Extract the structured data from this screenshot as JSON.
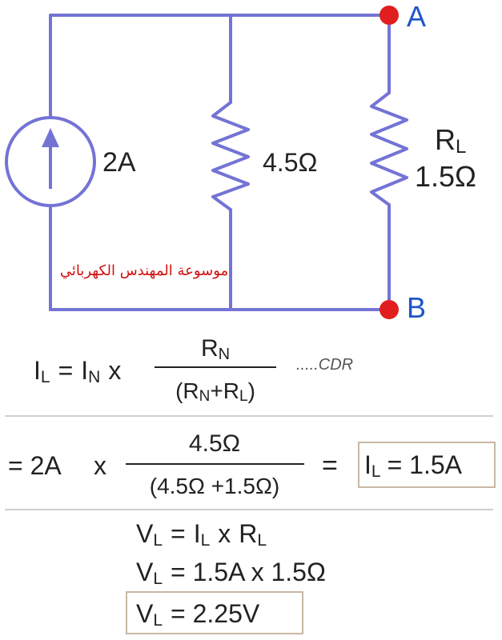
{
  "circuit": {
    "source": {
      "label": "2A"
    },
    "norton_resistor": {
      "label": "4.5Ω"
    },
    "load_resistor": {
      "name": "R",
      "sub": "L",
      "value": "1.5Ω"
    },
    "terminals": [
      {
        "label": "A"
      },
      {
        "label": "B"
      }
    ],
    "watermark": "موسوعة المهندس الكهربائي",
    "colors": {
      "wire": "#7373d6",
      "node": "#e01e1e",
      "terminal_label": "#1f55c8",
      "watermark": "#d01010"
    }
  },
  "formula": {
    "lhs": {
      "i": "I",
      "i_sub": "L",
      "eq": "=",
      "n": "I",
      "n_sub": "N",
      "times": "x"
    },
    "numerator": {
      "r": "R",
      "sub": "N"
    },
    "denominator": {
      "open": "(",
      "r1": "R",
      "sub1": "N",
      "plus": "+",
      "r2": "R",
      "sub2": "L",
      "close": ")"
    },
    "note": ".....CDR"
  },
  "substitution": {
    "lhs": "= 2A",
    "times": "x",
    "numerator": "4.5Ω",
    "denominator": "(4.5Ω +1.5Ω)",
    "equals": "=",
    "result": {
      "i": "I",
      "sub": "L",
      "rest": "= 1.5A"
    }
  },
  "voltage": [
    {
      "v": "V",
      "sub": "L",
      "eq": "=",
      "i": "I",
      "isub": "L",
      "x": "x",
      "r": "R",
      "rsub": "L"
    },
    {
      "v": "V",
      "sub": "L",
      "rest": "= 1.5A x 1.5Ω"
    },
    {
      "v": "V",
      "sub": "L",
      "rest": "= 2.25V"
    }
  ]
}
